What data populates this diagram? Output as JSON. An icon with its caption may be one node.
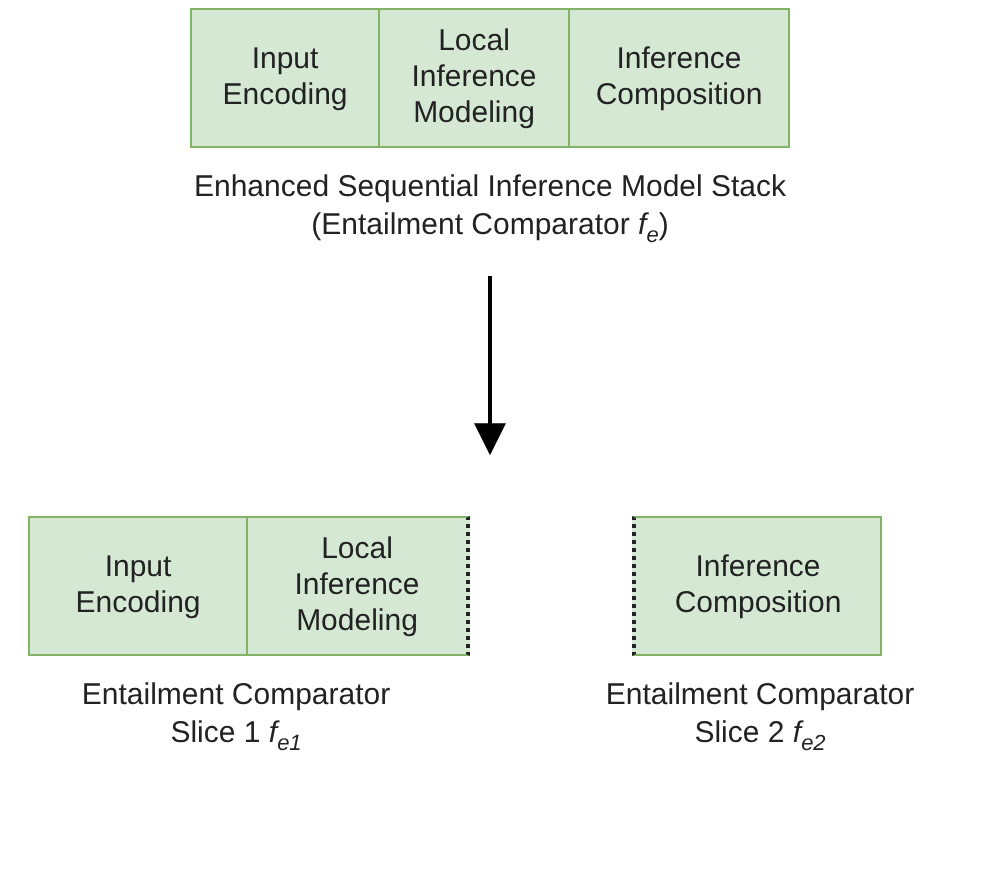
{
  "diagram": {
    "nodes": [
      {
        "text": [
          "Enhanced Sequential Inference Model Stack (Entailment Comparator *f*$_{e}$)"
        ]
      },
      {
        "text": [
          "Input Encoding"
        ],
        "in": 0
      },
      {
        "text": [
          "Local Inference Modeling"
        ],
        "in": 0
      },
      {
        "text": [
          "Inference Composition"
        ],
        "in": 0
      },
      {
        "text": [
          "Entailment Comparator Slice 1 *f*$_{e1}$"
        ]
      },
      {
        "text": [
          "Input Encoding"
        ],
        "in": 4
      },
      {
        "text": [
          "Local Inference Modeling"
        ],
        "in": 4
      },
      {
        "text": [
          "Entailment Comparator Slice 2 *f*$_{e2}$"
        ]
      },
      {
        "text": [
          "Inference Composition"
        ],
        "in": 7
      }
    ],
    "edges": [
      {
        "from": 0,
        "to": 4,
        "arrow": "to"
      }
    ]
  }
}
